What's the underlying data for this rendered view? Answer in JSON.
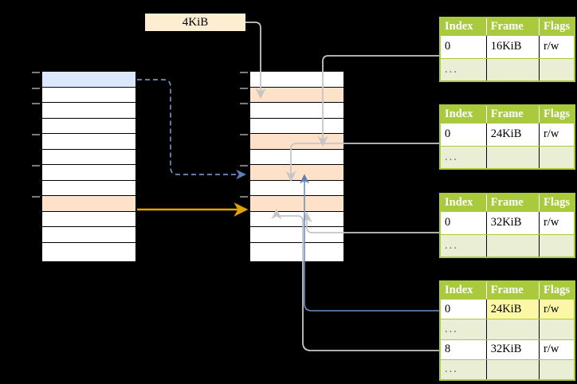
{
  "diagram": {
    "title_box": {
      "label": "4KiB"
    },
    "left_column": {
      "name": "virtual-address-space",
      "rows": [
        {
          "fill": "blue"
        },
        {
          "fill": "white"
        },
        {
          "fill": "white"
        },
        {
          "fill": "white"
        },
        {
          "fill": "white"
        },
        {
          "fill": "white"
        },
        {
          "fill": "white"
        },
        {
          "fill": "white"
        },
        {
          "fill": "peach"
        },
        {
          "fill": "white"
        },
        {
          "fill": "white"
        },
        {
          "fill": "white"
        }
      ]
    },
    "middle_column": {
      "name": "physical-memory",
      "rows": [
        {
          "fill": "white"
        },
        {
          "fill": "peach"
        },
        {
          "fill": "white"
        },
        {
          "fill": "white"
        },
        {
          "fill": "peach"
        },
        {
          "fill": "white"
        },
        {
          "fill": "peach"
        },
        {
          "fill": "white"
        },
        {
          "fill": "peach"
        },
        {
          "fill": "white"
        },
        {
          "fill": "white"
        },
        {
          "fill": "white"
        }
      ]
    },
    "tables": [
      {
        "name": "page-table-1",
        "headers": [
          "Index",
          "Frame",
          "Flags"
        ],
        "rows": [
          {
            "cells": [
              "0",
              "16KiB",
              "r/w"
            ],
            "dots": false,
            "highlight": [
              false,
              false,
              false
            ]
          },
          {
            "cells": [
              "...",
              "",
              ""
            ],
            "dots": true,
            "highlight": [
              false,
              false,
              false
            ]
          }
        ]
      },
      {
        "name": "page-table-2",
        "headers": [
          "Index",
          "Frame",
          "Flags"
        ],
        "rows": [
          {
            "cells": [
              "0",
              "24KiB",
              "r/w"
            ],
            "dots": false,
            "highlight": [
              false,
              false,
              false
            ]
          },
          {
            "cells": [
              "...",
              "",
              ""
            ],
            "dots": true,
            "highlight": [
              false,
              false,
              false
            ]
          }
        ]
      },
      {
        "name": "page-table-3",
        "headers": [
          "Index",
          "Frame",
          "Flags"
        ],
        "rows": [
          {
            "cells": [
              "0",
              "32KiB",
              "r/w"
            ],
            "dots": false,
            "highlight": [
              false,
              false,
              false
            ]
          },
          {
            "cells": [
              "...",
              "",
              ""
            ],
            "dots": true,
            "highlight": [
              false,
              false,
              false
            ]
          }
        ]
      },
      {
        "name": "page-table-4",
        "headers": [
          "Index",
          "Frame",
          "Flags"
        ],
        "rows": [
          {
            "cells": [
              "0",
              "24KiB",
              "r/w"
            ],
            "dots": false,
            "highlight": [
              false,
              true,
              true
            ]
          },
          {
            "cells": [
              "...",
              "",
              ""
            ],
            "dots": true,
            "highlight": [
              false,
              false,
              false
            ]
          },
          {
            "cells": [
              "8",
              "32KiB",
              "r/w"
            ],
            "dots": false,
            "highlight": [
              false,
              false,
              false
            ]
          },
          {
            "cells": [
              "...",
              "",
              ""
            ],
            "dots": true,
            "highlight": [
              false,
              false,
              false
            ]
          }
        ]
      }
    ],
    "colors": {
      "table_header": "#a9ca3c",
      "table_dots_row": "#e9eed4",
      "highlight": "#fbf7a6",
      "selected_virtual_page": "#dbe8fb",
      "mapped_page": "#fde1c8",
      "label_box": "#fdeed2",
      "wire_gray": "#c9c9c9",
      "wire_blue": "#6d8fc4",
      "wire_orange": "#e0a400",
      "background": "#000000"
    }
  }
}
